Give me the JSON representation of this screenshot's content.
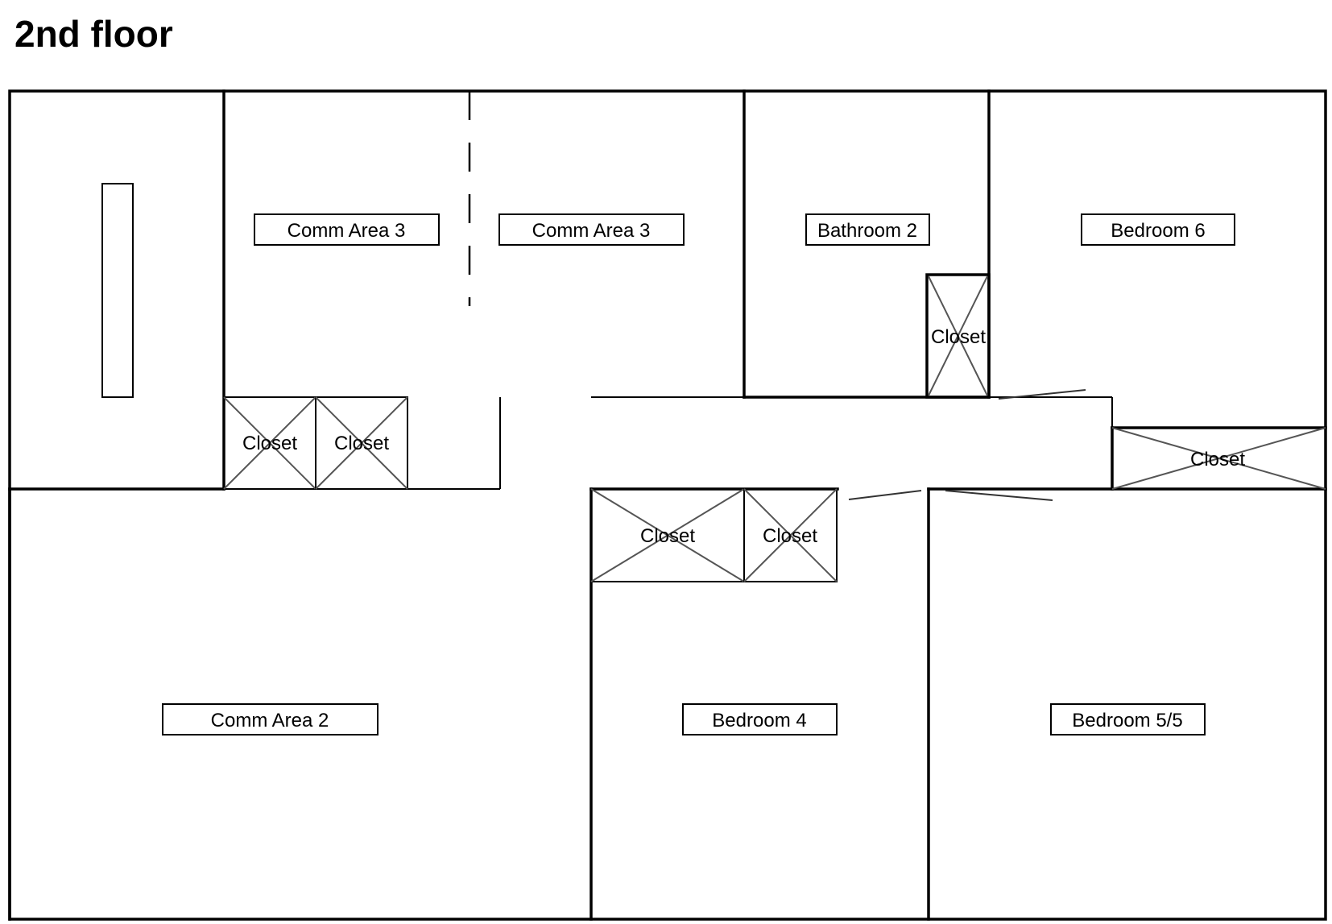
{
  "title": "2nd floor",
  "rooms": {
    "comm_area_3_left": "Comm Area 3",
    "comm_area_3_right": "Comm Area 3",
    "bathroom_2": "Bathroom 2",
    "bedroom_6": "Bedroom 6",
    "comm_area_2": "Comm Area 2",
    "bedroom_4": "Bedroom 4",
    "bedroom_5_5": "Bedroom 5/5"
  },
  "closets": {
    "c1": "Closet",
    "c2": "Closet",
    "c3": "Closet",
    "c4": "Closet",
    "c5": "Closet",
    "c6": "Closet"
  }
}
